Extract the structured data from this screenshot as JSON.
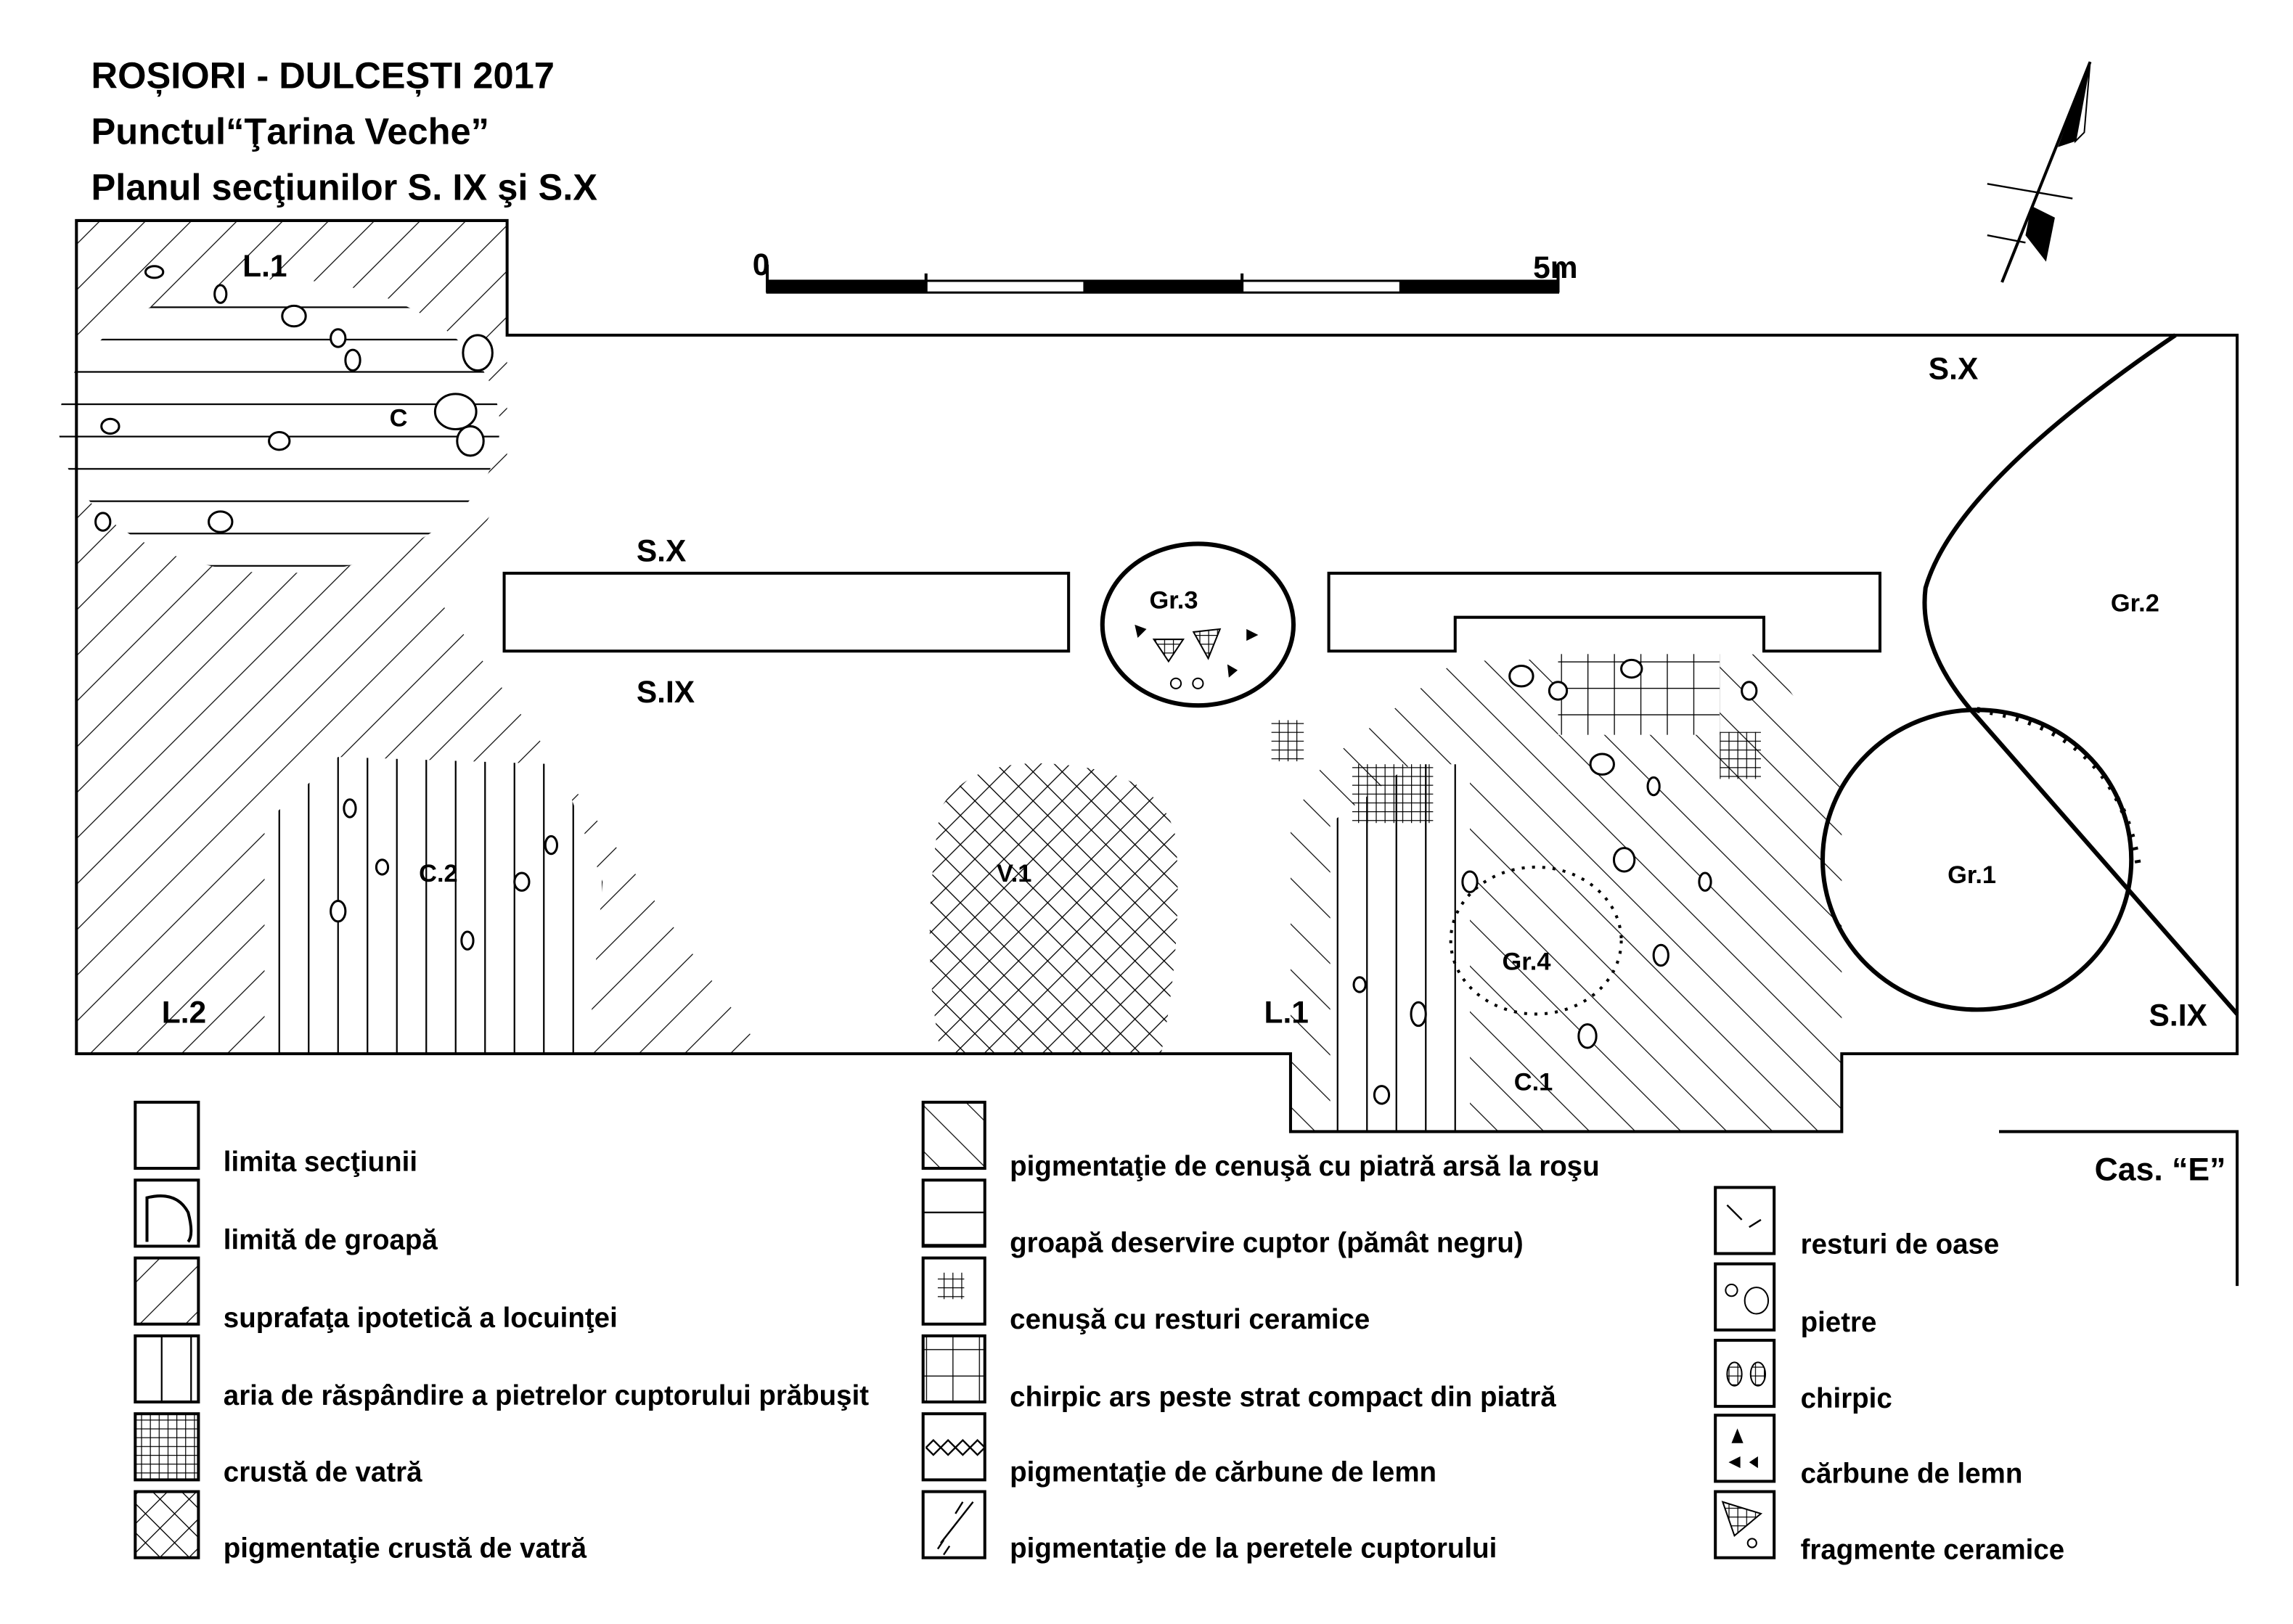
{
  "title": {
    "line1": "ROȘIORI - DULCEȘTI 2017",
    "line2": "Punctul“Ţarina Veche”",
    "line3": "Planul secţiunilor S. IX şi S.X"
  },
  "scale_bar": {
    "start": "0",
    "end": "5m"
  },
  "plan_labels": {
    "sx_right": "S.X",
    "sx_mid": "S.X",
    "six_mid": "S.IX",
    "six_right": "S.IX",
    "l1_top": "L.1",
    "c": "C",
    "l2": "L.2",
    "c2": "C.2",
    "v1": "V.1",
    "l1_bottom": "L.1",
    "gr1": "Gr.1",
    "gr2": "Gr.2",
    "gr3": "Gr.3",
    "gr4": "Gr.4",
    "c1": "C.1"
  },
  "casa_label": "Cas. “E”",
  "legend": {
    "col1": [
      "limita secţiunii",
      "limită de groapă",
      "suprafaţa ipotetică a locuinţei",
      "aria de răspândire a pietrelor cuptorului prăbuşit",
      "crustă de vatră",
      "pigmentaţie crustă de vatră"
    ],
    "col2": [
      "pigmentaţie de cenuşă cu piatră arsă la roşu",
      "groapă deservire cuptor (pămât negru)",
      "cenuşă cu resturi ceramice",
      "chirpic ars peste strat compact din piatră",
      "pigmentaţie de cărbune de lemn",
      "pigmentaţie de la peretele cuptorului"
    ],
    "col3": [
      "resturi de oase",
      "pietre",
      "chirpic",
      "cărbune de lemn",
      "fragmente ceramice"
    ]
  }
}
